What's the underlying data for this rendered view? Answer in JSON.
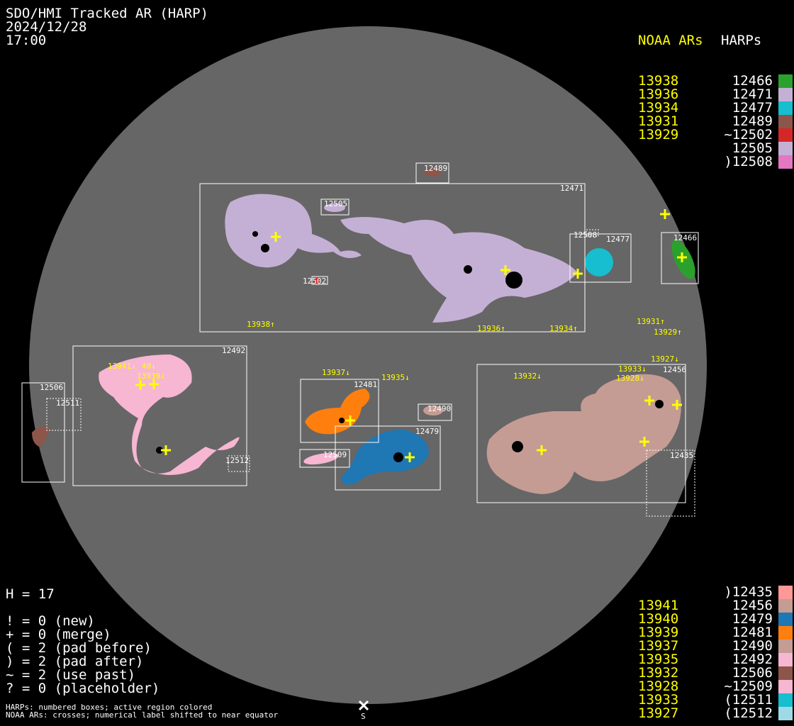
{
  "header": {
    "title": "SDO/HMI Tracked AR (HARP)",
    "date": "2024/12/28",
    "time": "17:00"
  },
  "legend_top": {
    "noaa_header": "NOAA ARs",
    "harp_header": "HARPs",
    "rows": [
      {
        "noaa": "13938",
        "harp": "12466",
        "color": "#2ca02c"
      },
      {
        "noaa": "13936",
        "harp": "12471",
        "color": "#c5b0d5"
      },
      {
        "noaa": "13934",
        "harp": "12477",
        "color": "#17becf"
      },
      {
        "noaa": "13931",
        "harp": "12489",
        "color": "#8c564b"
      },
      {
        "noaa": "13929",
        "harp": "~12502",
        "color": "#d62728"
      },
      {
        "noaa": "",
        "harp": "12505",
        "color": "#c5b0d5"
      },
      {
        "noaa": "",
        "harp": ")12508",
        "color": "#e377c2"
      }
    ]
  },
  "legend_bottom": {
    "rows": [
      {
        "noaa": "",
        "harp": ")12435",
        "color": "#ff9896"
      },
      {
        "noaa": "13941",
        "harp": "12456",
        "color": "#c49c94"
      },
      {
        "noaa": "13940",
        "harp": "12479",
        "color": "#1f77b4"
      },
      {
        "noaa": "13939",
        "harp": "12481",
        "color": "#ff7f0e"
      },
      {
        "noaa": "13937",
        "harp": "12490",
        "color": "#c49c94"
      },
      {
        "noaa": "13935",
        "harp": "12492",
        "color": "#f7b6d2"
      },
      {
        "noaa": "13932",
        "harp": "12506",
        "color": "#8c564b"
      },
      {
        "noaa": "13928",
        "harp": "~12509",
        "color": "#f7b6d2"
      },
      {
        "noaa": "13933",
        "harp": "(12511",
        "color": "#17becf"
      },
      {
        "noaa": "13927",
        "harp": "(12512",
        "color": "#9edae5"
      }
    ]
  },
  "stats": {
    "h": "H = 17",
    "lines": [
      "! = 0 (new)",
      "+ = 0 (merge)",
      "( = 2 (pad before)",
      ") = 2 (pad after)",
      "~ = 2 (use past)",
      "? = 0 (placeholder)"
    ]
  },
  "notes": [
    "HARPs: numbered boxes; active region colored",
    "NOAA ARs: crosses; numerical label shifted to near equator"
  ],
  "disk": {
    "south_label": "S",
    "harp_labels": {
      "h12489": "12489",
      "h12471": "12471",
      "h12505": "12505",
      "h12502": "12502",
      "h12508": "12508",
      "h12477": "12477",
      "h12466": "12466",
      "h12492": "12492",
      "h12506": "12506",
      "h12511": "12511",
      "h12512": "12512",
      "h12481": "12481",
      "h12490": "12490",
      "h12479": "12479",
      "h12509": "12509",
      "h12456": "12456",
      "h12435": "12435"
    },
    "noaa_labels": {
      "n13938": "13938↑",
      "n13936": "13936↑",
      "n13934": "13934↑",
      "n13931": "13931↑",
      "n13929": "13929↑",
      "n13941": "13941↓",
      "n13940": "40↓",
      "n13939": "13939↓",
      "n13937": "13937↓",
      "n13935": "13935↓",
      "n13932": "13932↓",
      "n13933": "13933↓",
      "n13928": "13928↓",
      "n13927": "13927↓"
    }
  }
}
